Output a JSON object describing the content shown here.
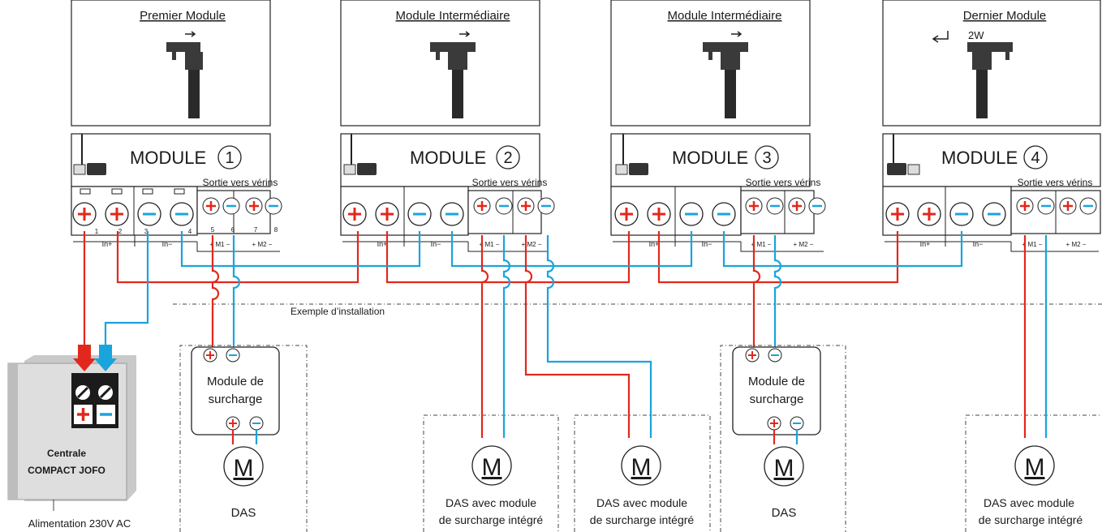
{
  "modules": [
    {
      "header": "Premier Module",
      "name": "MODULE",
      "num": "1"
    },
    {
      "header": "Module Intermédiaire",
      "name": "MODULE",
      "num": "2"
    },
    {
      "header": "Module Intermédiaire",
      "name": "MODULE",
      "num": "3"
    },
    {
      "header": "Dernier Module",
      "name": "MODULE",
      "num": "4",
      "extra": "2W"
    }
  ],
  "terminal_labels": {
    "sortie": "Sortie vers vérins",
    "in_plus": "In+",
    "in_minus": "In−",
    "m1": "+ M1 −",
    "m2": "+ M2 −",
    "numbers": [
      "1",
      "2",
      "3",
      "4",
      "5",
      "6",
      "7",
      "8"
    ]
  },
  "installation_label": "Exemple d’installation",
  "centrale": {
    "line1": "Centrale",
    "line2": "COMPACT JOFO",
    "power": "Alimentation 230V AC"
  },
  "surcharge_label": [
    "Module de",
    "surcharge"
  ],
  "motor_symbol": "M",
  "devices": [
    {
      "caption": [
        "DAS"
      ]
    },
    {
      "caption": [
        "DAS avec module",
        "de surcharge intégré"
      ]
    },
    {
      "caption": [
        "DAS avec module",
        "de surcharge intégré"
      ]
    },
    {
      "caption": [
        "DAS"
      ]
    },
    {
      "caption": [
        "DAS avec module",
        "de surcharge intégré"
      ]
    }
  ],
  "colors": {
    "positive": "#e2281c",
    "negative": "#19a4dc",
    "line": "#222222"
  }
}
